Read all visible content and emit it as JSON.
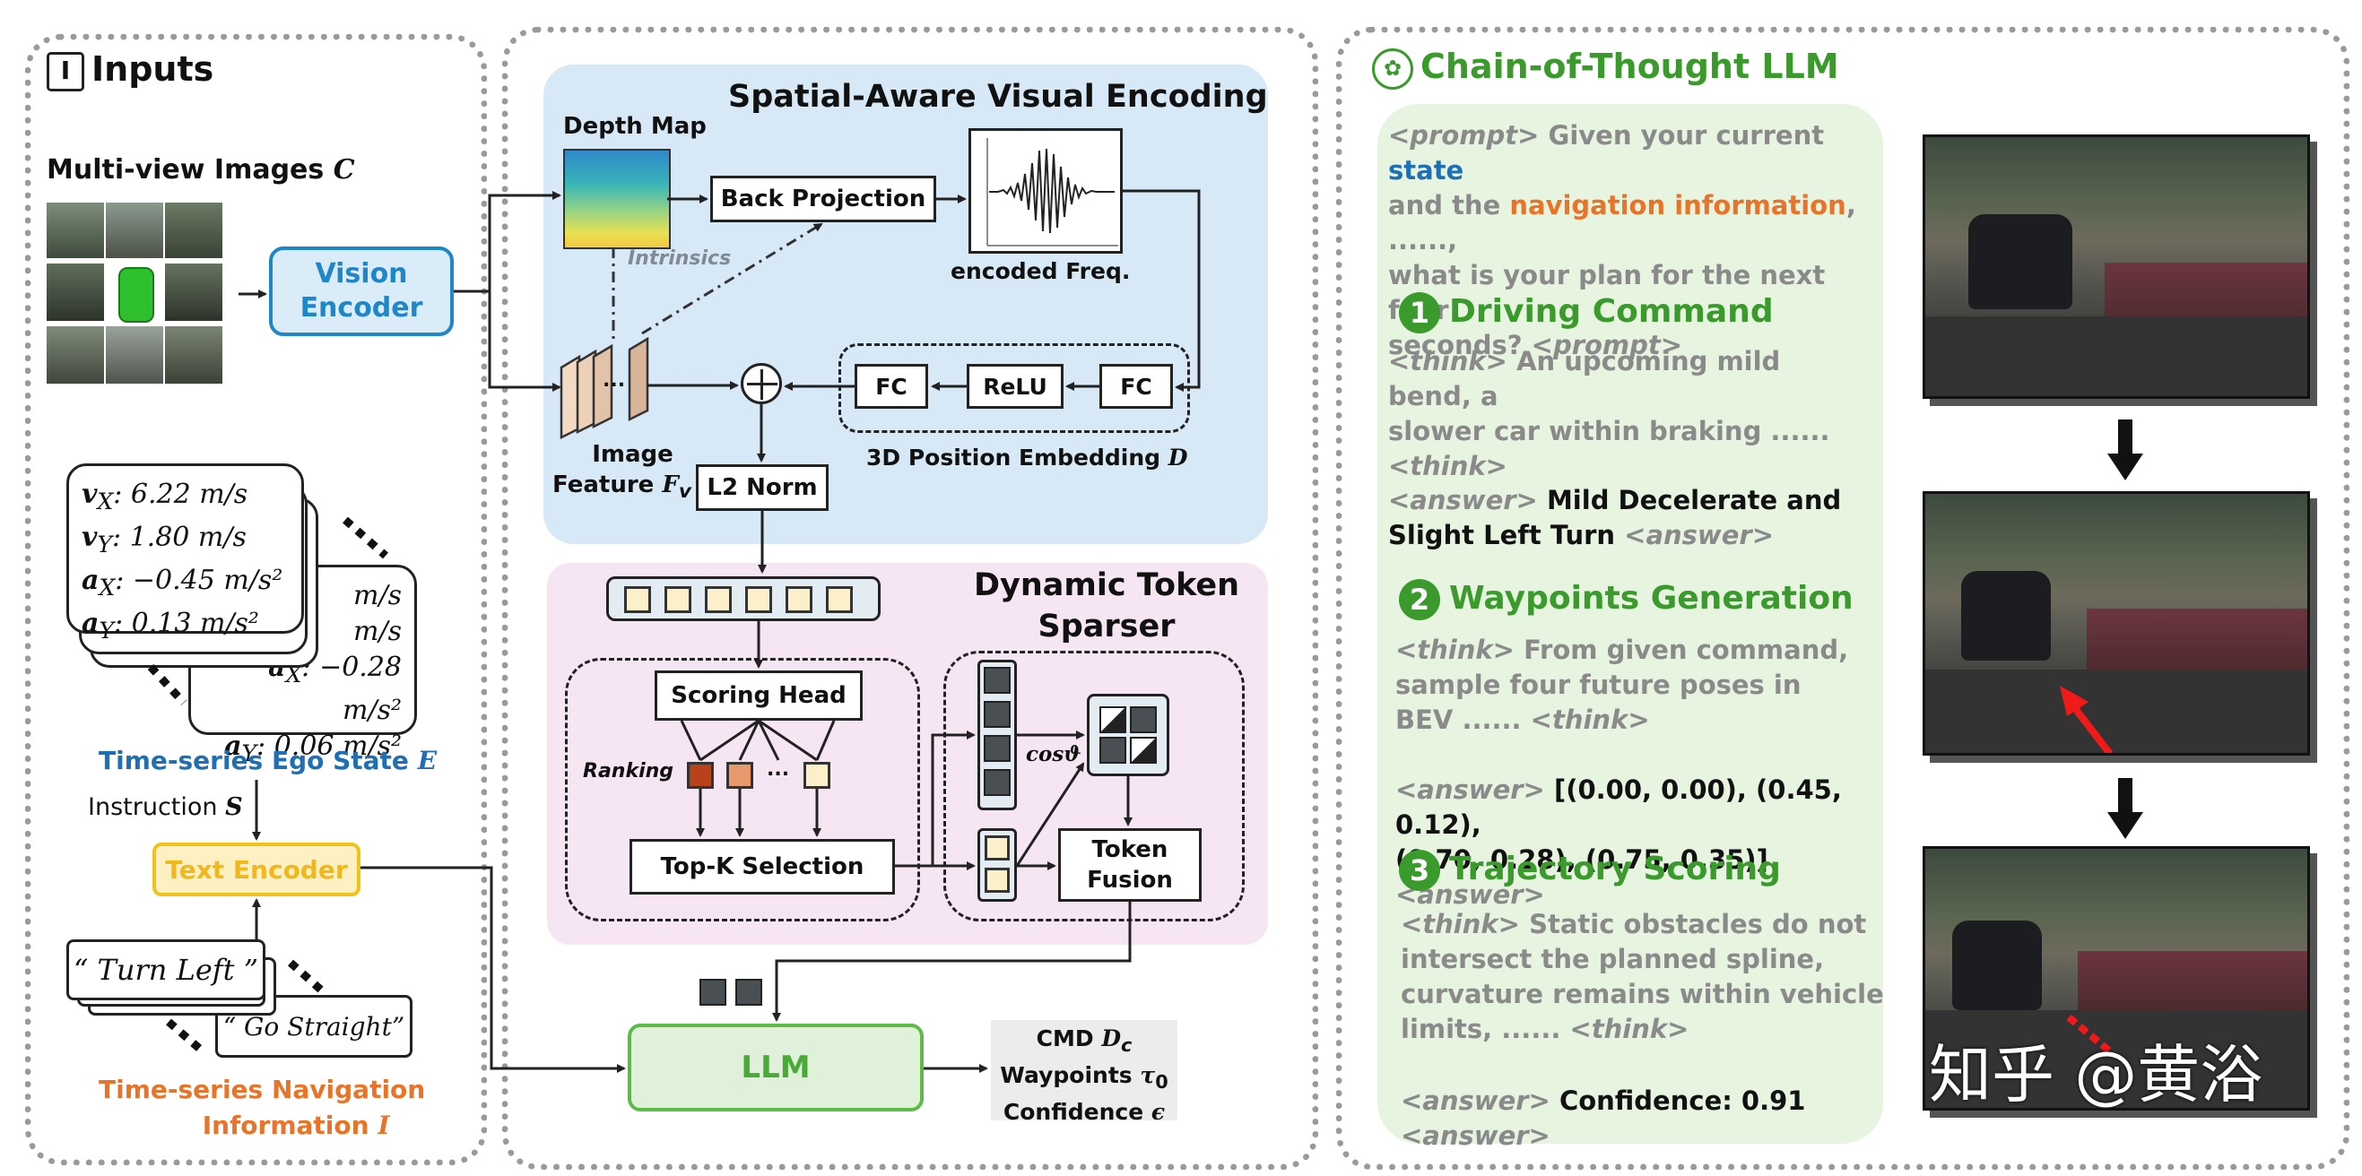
{
  "inputs": {
    "title": "Inputs",
    "multiview_label": "Multi-view Images",
    "multiview_symbol": "C",
    "vision_encoder": "Vision Encoder",
    "ego_front": {
      "vx": "v",
      "vx_sub": "X",
      "vx_val": ": 6.22 m/s",
      "vy_sub": "Y",
      "vy_val": ": 1.80 m/s",
      "ax_sub": "X",
      "ax_val": ": −0.45 m/s²",
      "ay_sub": "Y",
      "ay_val": ": 0.13 m/s²"
    },
    "ego_back": {
      "l1": "m/s",
      "l2": "m/s",
      "l3_sub": "X",
      "l3_val": ": −0.28 m/s²",
      "l4_sub": "Y",
      "l4_val": ": 0.06 m/s²"
    },
    "ego_label": "Time-series Ego State",
    "ego_symbol": "E",
    "instruction_label": "Instruction",
    "instruction_symbol": "S",
    "text_encoder": "Text Encoder",
    "nav_front": "“ Turn Left ”",
    "nav_back": "“ Go Straight”",
    "nav_label_1": "Time-series Navigation",
    "nav_label_2": "Information",
    "nav_symbol": "I"
  },
  "middle": {
    "sve_title": "Spatial-Aware Visual Encoding",
    "depth_map": "Depth Map",
    "back_projection": "Back Projection",
    "encoded_freq": "encoded Freq.",
    "intrinsics": "Intrinsics",
    "fc1": "FC",
    "relu": "ReLU",
    "fc2": "FC",
    "pos_embed": "3D Position Embedding",
    "pos_symbol": "D",
    "image_feature_1": "Image",
    "image_feature_2": "Feature",
    "feature_symbol": "F",
    "feature_sub": "v",
    "l2norm": "L2 Norm",
    "dts_title_1": "Dynamic Token",
    "dts_title_2": "Sparser",
    "scoring_head": "Scoring Head",
    "ranking": "Ranking",
    "dots": "...",
    "topk": "Top-K Selection",
    "cos": "cosϑ",
    "token_fusion": "Token Fusion",
    "llm": "LLM",
    "out_cmd": "CMD",
    "out_cmd_sym": "D",
    "out_cmd_sub": "c",
    "out_wp": "Waypoints",
    "out_wp_sym": "τ",
    "out_wp_sub": "0",
    "out_conf": "Confidence",
    "out_conf_sym": "ϵ"
  },
  "cot": {
    "title": "Chain-of-Thought LLM",
    "prompt_tag": "<prompt>",
    "prompt_p1": "Given your current",
    "prompt_state": "state",
    "prompt_p2": "and the",
    "prompt_nav": "navigation information",
    "prompt_p3": ", ......,",
    "prompt_p4": "what is your plan for the next four",
    "prompt_p5": "seconds?",
    "think_tag": "<think>",
    "answer_tag": "<answer>",
    "s1_num": "1",
    "s1_title": "Driving Command",
    "s1_think_1": "An upcoming mild bend, a",
    "s1_think_2": "slower car within braking ......",
    "s1_answer_1": "Mild Decelerate and",
    "s1_answer_2": "Slight Left Turn",
    "s2_num": "2",
    "s2_title": "Waypoints Generation",
    "s2_think_1": "From given command,",
    "s2_think_2": "sample four future poses in",
    "s2_think_3": "BEV ......",
    "s2_answer_1": "[(0.00, 0.00), (0.45, 0.12),",
    "s2_answer_2": "(0.70, 0.28), (0.75, 0.35)]",
    "s3_num": "3",
    "s3_title": "Trajectory Scoring",
    "s3_think_1": "Static obstacles do not",
    "s3_think_2": "intersect the planned spline,",
    "s3_think_3": "curvature remains within vehicle",
    "s3_think_4": "limits, ......",
    "s3_answer": "Confidence: 0.91",
    "watermark": "知乎 @黄浴"
  },
  "colors": {
    "vision_blue": "#1f86c8",
    "text_yellow": "#f2c21b",
    "llm_green": "#5dbb4a",
    "sve_bg": "#d7e8f6",
    "dts_bg": "#f6e6f3",
    "cot_bg": "#e6f4e0",
    "state_blue": "#1f6fb4",
    "nav_orange": "#e8742a"
  }
}
